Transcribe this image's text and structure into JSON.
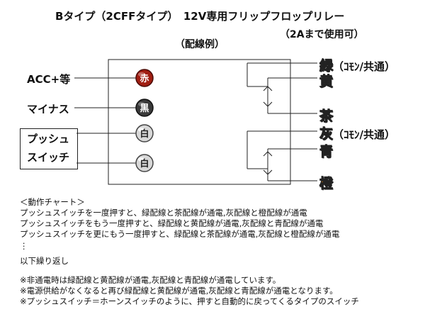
{
  "header": {
    "title": "Bタイプ（2CFFタイプ）　12V専用フリップフロップリレー",
    "capacity": "（2Aまで使用可）",
    "subtitle": "（配線例）"
  },
  "left_labels": {
    "acc": "ACC+等",
    "minus": "マイナス",
    "push_line1": "プッシュ",
    "push_line2": "スイッチ"
  },
  "terminals": [
    {
      "label": "赤",
      "color": "#a01e12"
    },
    {
      "label": "黒",
      "color": "#3a3a3a"
    },
    {
      "label": "白",
      "color": "#d8d8d8"
    },
    {
      "label": "白",
      "color": "#d8d8d8"
    }
  ],
  "right_wires": [
    {
      "kanji": "緑",
      "suffix": "（ｺﾓﾝ/共通）",
      "color": "#1f8a1f"
    },
    {
      "kanji": "黄",
      "suffix": "",
      "color": "#e8d400"
    },
    {
      "kanji": "茶",
      "suffix": "",
      "color": "#7a3d12"
    },
    {
      "kanji": "灰",
      "suffix": "（ｺﾓﾝ/共通）",
      "color": "#9a9a9a"
    },
    {
      "kanji": "青",
      "suffix": "",
      "color": "#1d3fc8"
    },
    {
      "kanji": "橙",
      "suffix": "",
      "color": "#f08a00"
    }
  ],
  "notes": {
    "chart_heading": "＜動作チャート＞",
    "step1": "プッシュスイッチを一度押すと、緑配線と茶配線が通電,灰配線と橙配線が通電",
    "step2": "プッシュスイッチをもう一度押すと、緑配線と黄配線が通電,灰配線と青配線が通電",
    "step3": "プッシュスイッチを更にもう一度押すと、緑配線と茶配線が通電,灰配線と橙配線が通電",
    "ellipsis": "⋮",
    "repeat": "以下繰り返し",
    "footnote1": "※非通電時は緑配線と黄配線が通電,灰配線と青配線が通電しています。",
    "footnote2": "※電源供給がなくなると再び緑配線と黄配線が通電,灰配線と青配線が通電となります。",
    "footnote3": "※プッシュスイッチ＝ホーンスイッチのように、押すと自動的に戻ってくるタイプのスイッチ"
  }
}
